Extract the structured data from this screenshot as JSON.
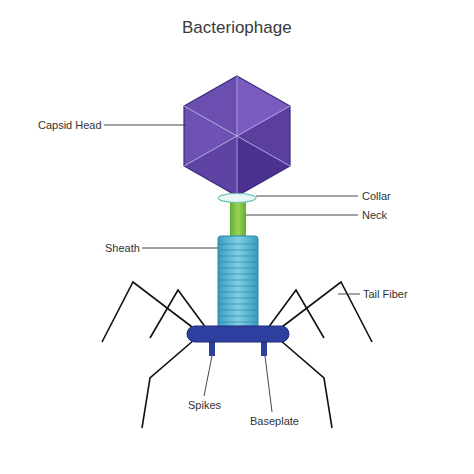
{
  "diagram": {
    "title": "Bacteriophage",
    "labels": [
      "Capsid Head",
      "Collar",
      "Neck",
      "Sheath",
      "Tail Fiber",
      "Spikes",
      "Baseplate"
    ]
  }
}
